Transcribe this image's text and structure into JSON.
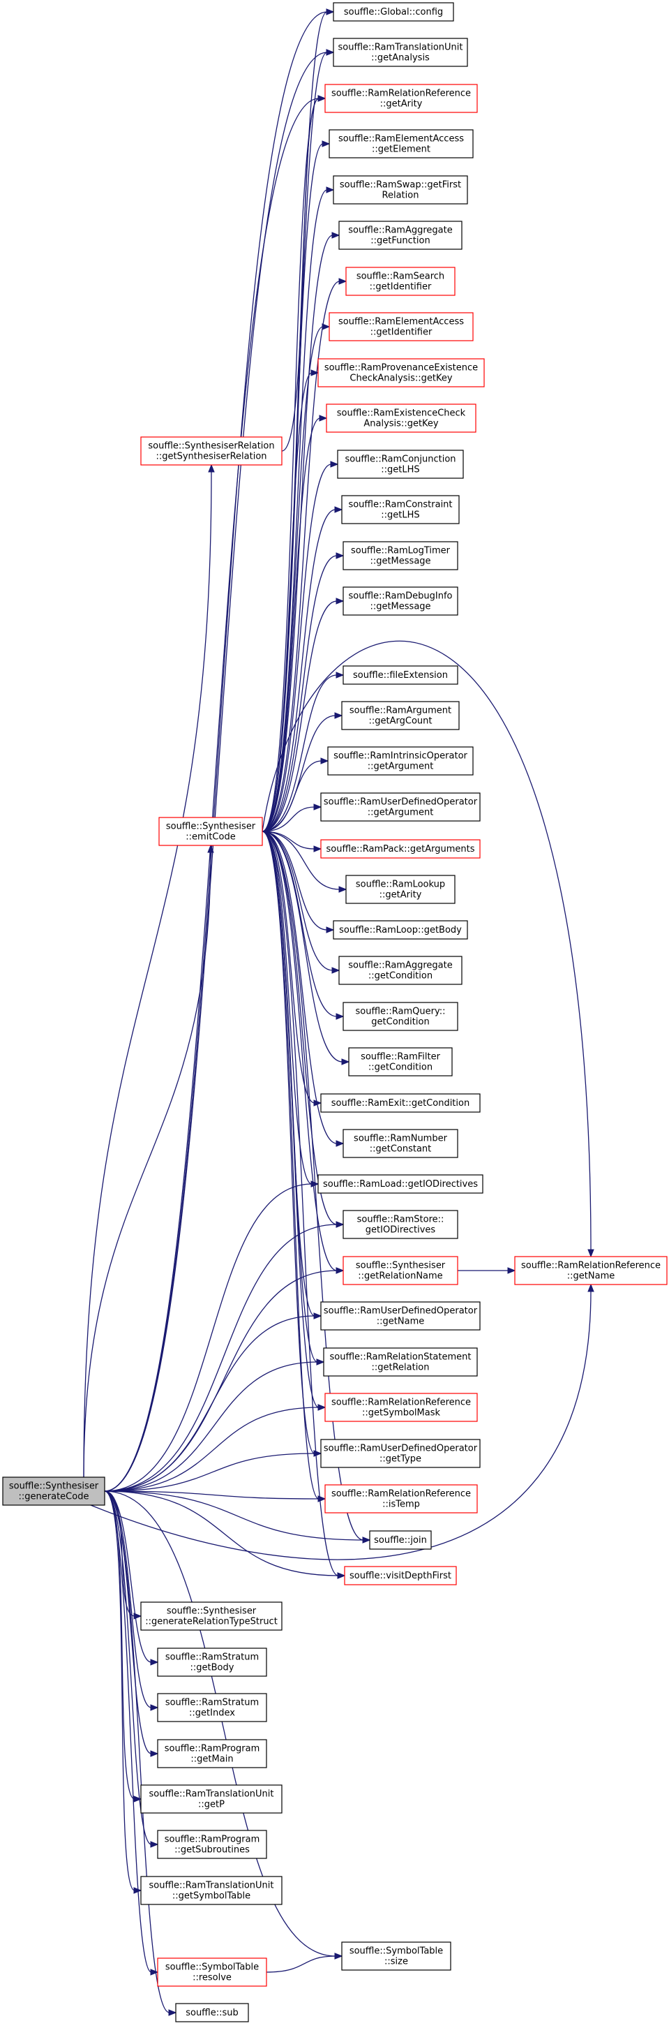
{
  "colors": {
    "edge": "#191970",
    "node_border": "#000000",
    "node_border_truncated": "#ff0000",
    "root_fill": "#bfbfbf",
    "node_fill": "#ffffff"
  },
  "nodes": [
    {
      "id": "generateCode",
      "lines": [
        "souffle::Synthesiser",
        "::generateCode"
      ],
      "style": "root"
    },
    {
      "id": "config",
      "lines": [
        "souffle::Global::config"
      ],
      "style": "normal"
    },
    {
      "id": "getAnalysis",
      "lines": [
        "souffle::RamTranslationUnit",
        "::getAnalysis"
      ],
      "style": "normal"
    },
    {
      "id": "rrGetArity",
      "lines": [
        "souffle::RamRelationReference",
        "::getArity"
      ],
      "style": "truncated"
    },
    {
      "id": "eaGetElement",
      "lines": [
        "souffle::RamElementAccess",
        "::getElement"
      ],
      "style": "normal"
    },
    {
      "id": "swapGetFirst",
      "lines": [
        "souffle::RamSwap::getFirst",
        "Relation"
      ],
      "style": "normal"
    },
    {
      "id": "aggGetFunction",
      "lines": [
        "souffle::RamAggregate",
        "::getFunction"
      ],
      "style": "normal"
    },
    {
      "id": "searchGetId",
      "lines": [
        "souffle::RamSearch",
        "::getIdentifier"
      ],
      "style": "truncated"
    },
    {
      "id": "eaGetId",
      "lines": [
        "souffle::RamElementAccess",
        "::getIdentifier"
      ],
      "style": "truncated"
    },
    {
      "id": "provGetKey",
      "lines": [
        "souffle::RamProvenanceExistence",
        "CheckAnalysis::getKey"
      ],
      "style": "truncated"
    },
    {
      "id": "existGetKey",
      "lines": [
        "souffle::RamExistenceCheck",
        "Analysis::getKey"
      ],
      "style": "truncated"
    },
    {
      "id": "getSynthRel",
      "lines": [
        "souffle::SynthesiserRelation",
        "::getSynthesiserRelation"
      ],
      "style": "truncated"
    },
    {
      "id": "conjLHS",
      "lines": [
        "souffle::RamConjunction",
        "::getLHS"
      ],
      "style": "normal"
    },
    {
      "id": "constrLHS",
      "lines": [
        "souffle::RamConstraint",
        "::getLHS"
      ],
      "style": "normal"
    },
    {
      "id": "logTimerMsg",
      "lines": [
        "souffle::RamLogTimer",
        "::getMessage"
      ],
      "style": "normal"
    },
    {
      "id": "debugMsg",
      "lines": [
        "souffle::RamDebugInfo",
        "::getMessage"
      ],
      "style": "normal"
    },
    {
      "id": "fileExt",
      "lines": [
        "souffle::fileExtension"
      ],
      "style": "normal"
    },
    {
      "id": "argCount",
      "lines": [
        "souffle::RamArgument",
        "::getArgCount"
      ],
      "style": "normal"
    },
    {
      "id": "intrinsicArg",
      "lines": [
        "souffle::RamIntrinsicOperator",
        "::getArgument"
      ],
      "style": "normal"
    },
    {
      "id": "udoArg",
      "lines": [
        "souffle::RamUserDefinedOperator",
        "::getArgument"
      ],
      "style": "normal"
    },
    {
      "id": "emitCode",
      "lines": [
        "souffle::Synthesiser",
        "::emitCode"
      ],
      "style": "truncated"
    },
    {
      "id": "packArgs",
      "lines": [
        "souffle::RamPack::getArguments"
      ],
      "style": "truncated"
    },
    {
      "id": "lookupArity",
      "lines": [
        "souffle::RamLookup",
        "::getArity"
      ],
      "style": "normal"
    },
    {
      "id": "loopBody",
      "lines": [
        "souffle::RamLoop::getBody"
      ],
      "style": "normal"
    },
    {
      "id": "aggCond",
      "lines": [
        "souffle::RamAggregate",
        "::getCondition"
      ],
      "style": "normal"
    },
    {
      "id": "queryCond",
      "lines": [
        "souffle::RamQuery::",
        "getCondition"
      ],
      "style": "normal"
    },
    {
      "id": "filterCond",
      "lines": [
        "souffle::RamFilter",
        "::getCondition"
      ],
      "style": "normal"
    },
    {
      "id": "exitCond",
      "lines": [
        "souffle::RamExit::getCondition"
      ],
      "style": "normal"
    },
    {
      "id": "numConst",
      "lines": [
        "souffle::RamNumber",
        "::getConstant"
      ],
      "style": "normal"
    },
    {
      "id": "loadIO",
      "lines": [
        "souffle::RamLoad::getIODirectives"
      ],
      "style": "normal"
    },
    {
      "id": "storeIO",
      "lines": [
        "souffle::RamStore::",
        "getIODirectives"
      ],
      "style": "normal"
    },
    {
      "id": "synthRelName",
      "lines": [
        "souffle::Synthesiser",
        "::getRelationName"
      ],
      "style": "truncated"
    },
    {
      "id": "rrGetName",
      "lines": [
        "souffle::RamRelationReference",
        "::getName"
      ],
      "style": "truncated"
    },
    {
      "id": "udoName",
      "lines": [
        "souffle::RamUserDefinedOperator",
        "::getName"
      ],
      "style": "normal"
    },
    {
      "id": "relStmtRel",
      "lines": [
        "souffle::RamRelationStatement",
        "::getRelation"
      ],
      "style": "normal"
    },
    {
      "id": "rrSymMask",
      "lines": [
        "souffle::RamRelationReference",
        "::getSymbolMask"
      ],
      "style": "truncated"
    },
    {
      "id": "udoType",
      "lines": [
        "souffle::RamUserDefinedOperator",
        "::getType"
      ],
      "style": "normal"
    },
    {
      "id": "rrIsTemp",
      "lines": [
        "souffle::RamRelationReference",
        "::isTemp"
      ],
      "style": "truncated"
    },
    {
      "id": "join",
      "lines": [
        "souffle::join"
      ],
      "style": "normal"
    },
    {
      "id": "visitDF",
      "lines": [
        "souffle::visitDepthFirst"
      ],
      "style": "truncated"
    },
    {
      "id": "genRelType",
      "lines": [
        "souffle::Synthesiser",
        "::generateRelationTypeStruct"
      ],
      "style": "normal"
    },
    {
      "id": "stratumBody",
      "lines": [
        "souffle::RamStratum",
        "::getBody"
      ],
      "style": "normal"
    },
    {
      "id": "stratumIndex",
      "lines": [
        "souffle::RamStratum",
        "::getIndex"
      ],
      "style": "normal"
    },
    {
      "id": "progMain",
      "lines": [
        "souffle::RamProgram",
        "::getMain"
      ],
      "style": "normal"
    },
    {
      "id": "tuGetP",
      "lines": [
        "souffle::RamTranslationUnit",
        "::getP"
      ],
      "style": "normal"
    },
    {
      "id": "progSubs",
      "lines": [
        "souffle::RamProgram",
        "::getSubroutines"
      ],
      "style": "normal"
    },
    {
      "id": "tuSymTable",
      "lines": [
        "souffle::RamTranslationUnit",
        "::getSymbolTable"
      ],
      "style": "normal"
    },
    {
      "id": "symSize",
      "lines": [
        "souffle::SymbolTable",
        "::size"
      ],
      "style": "normal"
    },
    {
      "id": "symResolve",
      "lines": [
        "souffle::SymbolTable",
        "::resolve"
      ],
      "style": "truncated"
    },
    {
      "id": "sub",
      "lines": [
        "souffle::sub"
      ],
      "style": "normal"
    }
  ],
  "edges": [
    [
      "generateCode",
      "config"
    ],
    [
      "generateCode",
      "getAnalysis"
    ],
    [
      "generateCode",
      "rrGetArity"
    ],
    [
      "generateCode",
      "getSynthRel"
    ],
    [
      "generateCode",
      "emitCode"
    ],
    [
      "generateCode",
      "loadIO"
    ],
    [
      "generateCode",
      "storeIO"
    ],
    [
      "generateCode",
      "synthRelName"
    ],
    [
      "generateCode",
      "udoName"
    ],
    [
      "generateCode",
      "relStmtRel"
    ],
    [
      "generateCode",
      "rrSymMask"
    ],
    [
      "generateCode",
      "udoType"
    ],
    [
      "generateCode",
      "rrIsTemp"
    ],
    [
      "generateCode",
      "join"
    ],
    [
      "generateCode",
      "visitDF"
    ],
    [
      "generateCode",
      "rrGetName"
    ],
    [
      "generateCode",
      "genRelType"
    ],
    [
      "generateCode",
      "stratumBody"
    ],
    [
      "generateCode",
      "stratumIndex"
    ],
    [
      "generateCode",
      "progMain"
    ],
    [
      "generateCode",
      "tuGetP"
    ],
    [
      "generateCode",
      "progSubs"
    ],
    [
      "generateCode",
      "tuSymTable"
    ],
    [
      "generateCode",
      "symSize"
    ],
    [
      "generateCode",
      "symResolve"
    ],
    [
      "generateCode",
      "sub"
    ],
    [
      "getSynthRel",
      "rrGetArity"
    ],
    [
      "emitCode",
      "config"
    ],
    [
      "emitCode",
      "getAnalysis"
    ],
    [
      "emitCode",
      "rrGetArity"
    ],
    [
      "emitCode",
      "eaGetElement"
    ],
    [
      "emitCode",
      "swapGetFirst"
    ],
    [
      "emitCode",
      "aggGetFunction"
    ],
    [
      "emitCode",
      "searchGetId"
    ],
    [
      "emitCode",
      "eaGetId"
    ],
    [
      "emitCode",
      "provGetKey"
    ],
    [
      "emitCode",
      "existGetKey"
    ],
    [
      "emitCode",
      "conjLHS"
    ],
    [
      "emitCode",
      "constrLHS"
    ],
    [
      "emitCode",
      "logTimerMsg"
    ],
    [
      "emitCode",
      "debugMsg"
    ],
    [
      "emitCode",
      "rrGetName"
    ],
    [
      "emitCode",
      "fileExt"
    ],
    [
      "emitCode",
      "argCount"
    ],
    [
      "emitCode",
      "intrinsicArg"
    ],
    [
      "emitCode",
      "udoArg"
    ],
    [
      "emitCode",
      "packArgs"
    ],
    [
      "emitCode",
      "lookupArity"
    ],
    [
      "emitCode",
      "loopBody"
    ],
    [
      "emitCode",
      "aggCond"
    ],
    [
      "emitCode",
      "queryCond"
    ],
    [
      "emitCode",
      "filterCond"
    ],
    [
      "emitCode",
      "exitCond"
    ],
    [
      "emitCode",
      "numConst"
    ],
    [
      "emitCode",
      "loadIO"
    ],
    [
      "emitCode",
      "storeIO"
    ],
    [
      "emitCode",
      "synthRelName"
    ],
    [
      "emitCode",
      "udoName"
    ],
    [
      "emitCode",
      "relStmtRel"
    ],
    [
      "emitCode",
      "rrSymMask"
    ],
    [
      "emitCode",
      "udoType"
    ],
    [
      "emitCode",
      "rrIsTemp"
    ],
    [
      "emitCode",
      "join"
    ],
    [
      "emitCode",
      "visitDF"
    ],
    [
      "synthRelName",
      "rrGetName"
    ],
    [
      "symResolve",
      "symSize"
    ]
  ]
}
